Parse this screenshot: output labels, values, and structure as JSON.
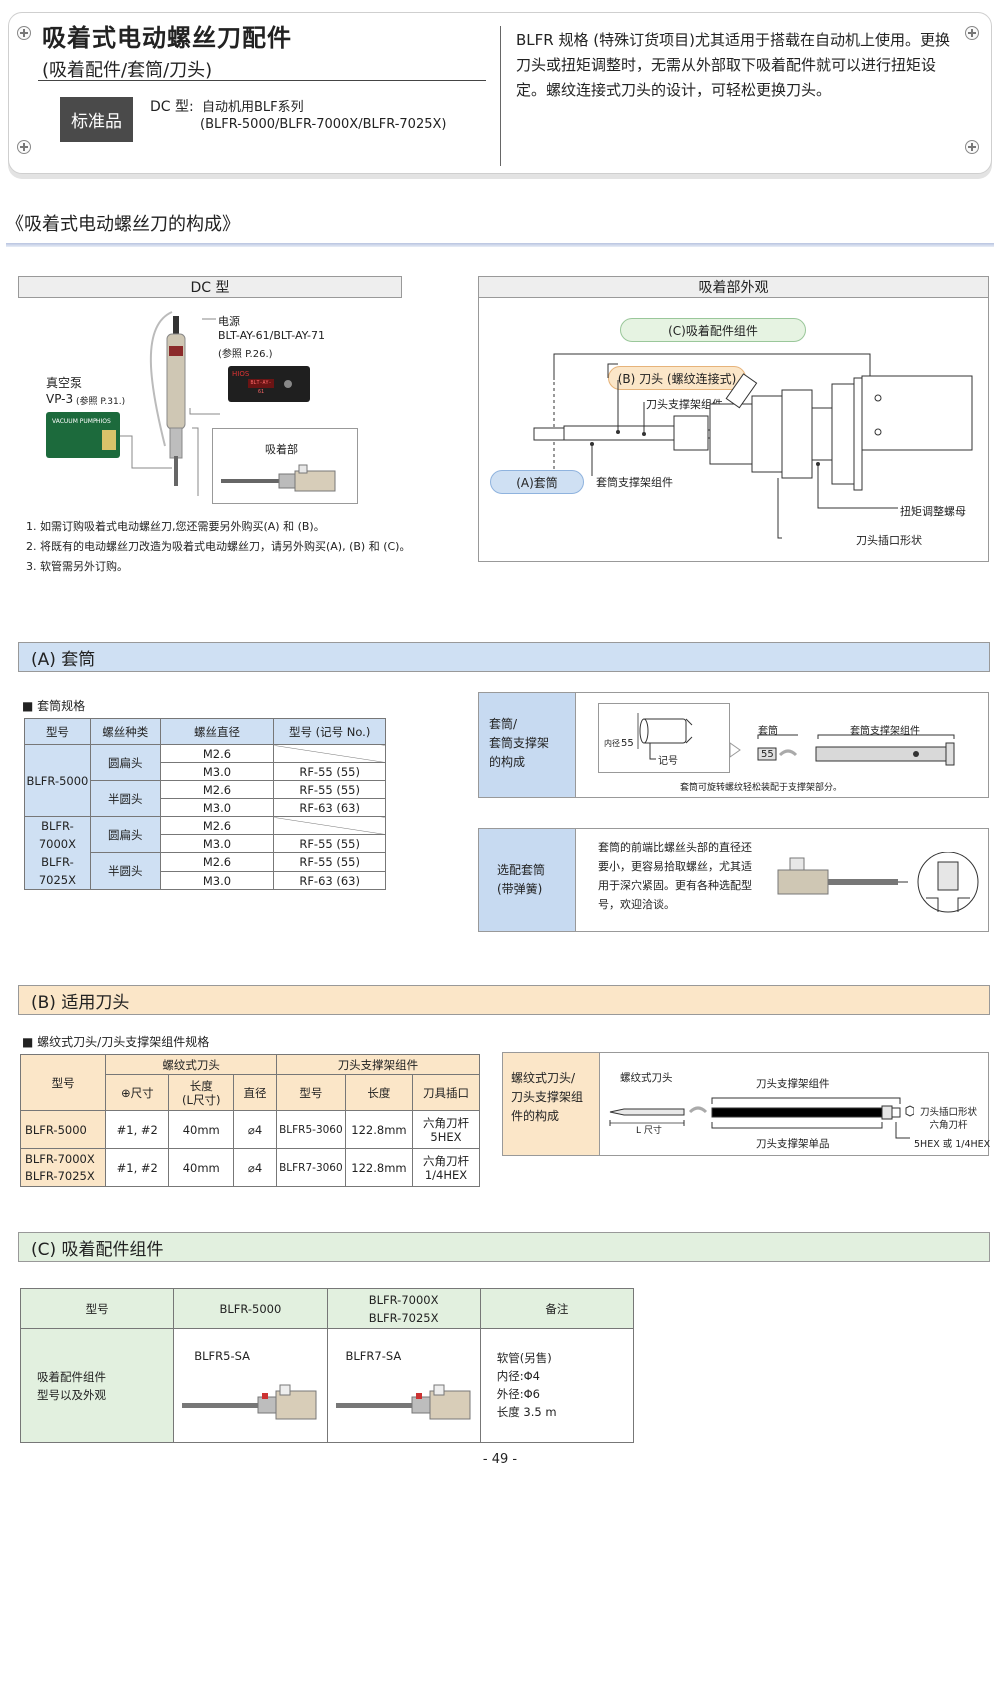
{
  "header": {
    "title": "吸着式电动螺丝刀配件",
    "subtitle": "(吸着配件/套筒/刀头)",
    "badge": "标准品",
    "dc_label": "DC 型:",
    "dc_desc_1": "自动机用BLF系列",
    "dc_desc_2": "(BLFR-5000/BLFR-7000X/BLFR-7025X)",
    "description": "BLFR 规格 (特殊订货项目)尤其适用于搭载在自动机上使用。更换刀头或扭矩调整时，无需从外部取下吸着配件就可以进行扭矩设定。螺纹连接式刀头的设计，可轻松更换刀头。"
  },
  "composition": {
    "section_title": "《吸着式电动螺丝刀的构成》",
    "dc_box_title": "DC 型",
    "power_label": "电源",
    "power_model": "BLT-AY-61/BLT-AY-71",
    "power_ref": "(参照 P.26.)",
    "pump_label": "真空泵",
    "pump_model": "VP-3",
    "pump_ref": "(参照 P.31.)",
    "suction_label": "吸着部",
    "controller_brand": "HIOS",
    "controller_display": "BLT-AY-61",
    "pump_text": "VACUUM PUMP",
    "pump_brand": "HIOS",
    "notes": [
      "1. 如需订购吸着式电动螺丝刀,您还需要另外购买(A) 和 (B)。",
      "2. 将既有的电动螺丝刀改造为吸着式电动螺丝刀，请另外购买(A), (B) 和 (C)。",
      "3. 软管需另外订购。"
    ],
    "appearance_title": "吸着部外观",
    "label_c": "(C)吸着配件组件",
    "label_b": "(B) 刀头 (螺纹连接式)",
    "label_bit_holder": "刀头支撑架组件",
    "label_a": "(A)套筒",
    "label_sleeve_holder": "套筒支撑架组件",
    "label_torque_nut": "扭矩调整螺母",
    "label_bit_insert": "刀头插口形状"
  },
  "section_a": {
    "title": "(A) 套筒",
    "spec_title": "■ 套筒规格",
    "headers": [
      "型号",
      "螺丝种类",
      "螺丝直径",
      "型号 (记号 No.)"
    ],
    "groups": [
      {
        "model": "BLFR-5000",
        "types": [
          {
            "type": "圆扁头",
            "rows": [
              {
                "dia": "M2.6",
                "no": ""
              },
              {
                "dia": "M3.0",
                "no": "RF-55 (55)"
              }
            ]
          },
          {
            "type": "半圆头",
            "rows": [
              {
                "dia": "M2.6",
                "no": "RF-55 (55)"
              },
              {
                "dia": "M3.0",
                "no": "RF-63 (63)"
              }
            ]
          }
        ]
      },
      {
        "model": "BLFR-7000X\nBLFR-7025X",
        "types": [
          {
            "type": "圆扁头",
            "rows": [
              {
                "dia": "M2.6",
                "no": ""
              },
              {
                "dia": "M3.0",
                "no": "RF-55 (55)"
              }
            ]
          },
          {
            "type": "半圆头",
            "rows": [
              {
                "dia": "M2.6",
                "no": "RF-55 (55)"
              },
              {
                "dia": "M3.0",
                "no": "RF-63 (63)"
              }
            ]
          }
        ]
      }
    ],
    "structure_label": "套筒/\n套筒支撑架\n的构成",
    "inner_dia": "内径",
    "mark_no": "记号",
    "sleeve_mark": "55",
    "sleeve_label": "套筒",
    "sleeve_holder_label": "套筒支撑架组件",
    "structure_note": "套筒可旋转螺纹轻松装配于支撑架部分。",
    "optional_label": "选配套筒\n(带弹簧)",
    "optional_desc": "套筒的前端比螺丝头部的直径还要小，更容易拾取螺丝，尤其适用于深穴紧固。更有各种选配型号，欢迎洽谈。"
  },
  "section_b": {
    "title": "(B) 适用刀头",
    "spec_title": "■ 螺纹式刀头/刀头支撑架组件规格",
    "col_model": "型号",
    "group_bit": "螺纹式刀头",
    "group_holder": "刀头支撑架组件",
    "sub_headers": [
      "⊕尺寸",
      "长度\n(L尺寸)",
      "直径",
      "型号",
      "长度",
      "刀具插口"
    ],
    "rows": [
      {
        "model": "BLFR-5000",
        "size": "#1, #2",
        "length": "40mm",
        "dia": "⌀4",
        "holder": "BLFR5-3060",
        "holder_len": "122.8mm",
        "insert": "六角刀杆\n5HEX"
      },
      {
        "model": "BLFR-7000X\nBLFR-7025X",
        "size": "#1, #2",
        "length": "40mm",
        "dia": "⌀4",
        "holder": "BLFR7-3060",
        "holder_len": "122.8mm",
        "insert": "六角刀杆\n1/4HEX"
      }
    ],
    "structure_label": "螺纹式刀头/\n刀头支撑架组\n件的构成",
    "bit_label": "螺纹式刀头",
    "holder_label": "刀头支撑架组件",
    "l_dim": "L 尺寸",
    "holder_single": "刀头支撑架单品",
    "insert_label": "刀头插口形状\n六角刀杆",
    "insert_type": "5HEX 或 1/4HEX"
  },
  "section_c": {
    "title": "(C) 吸着配件组件",
    "headers": [
      "型号",
      "BLFR-5000",
      "BLFR-7000X\nBLFR-7025X",
      "备注"
    ],
    "row_label": "吸着配件组件\n型号以及外观",
    "models": [
      "BLFR5-SA",
      "BLFR7-SA"
    ],
    "note": "软管(另售)\n内径:Φ4\n外径:Φ6\n长度 3.5 m"
  },
  "footer": {
    "page_number": "- 49 -"
  },
  "colors": {
    "section_a": "#cfe0f3",
    "section_b": "#fbe6c8",
    "section_c": "#e2f0df",
    "label_blue": "#c7daf1",
    "label_green": "#e6f2e2"
  }
}
